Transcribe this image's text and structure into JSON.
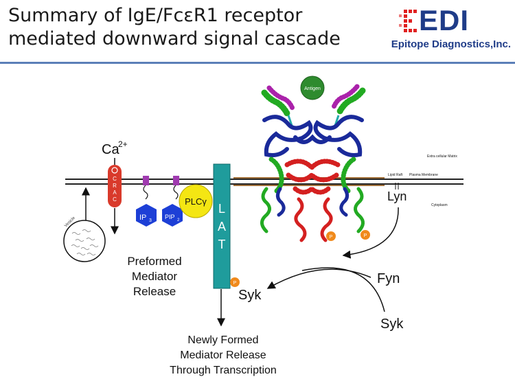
{
  "slide": {
    "title_line1": "Summary of IgE/FcεR1 receptor",
    "title_line2": "mediated downward signal cascade"
  },
  "logo": {
    "letters": "EDI",
    "company": "Epitope Diagnostics,Inc.",
    "colors": {
      "red": "#e02020",
      "blue": "#1f3c88"
    }
  },
  "diagram": {
    "calcium": "Ca",
    "calcium_charge": "2+",
    "crac": [
      "C",
      "R",
      "A",
      "C"
    ],
    "vesicle": "Vesicle",
    "ip3_base": "IP",
    "ip3_sub": "3",
    "pip2_base": "PIP",
    "pip2_sub": "2",
    "plc_gamma": "PLCγ",
    "lat": [
      "L",
      "A",
      "T"
    ],
    "preformed_release": [
      "Preformed",
      "Mediator",
      "Release"
    ],
    "syk_near_lat": "Syk",
    "phospho": "P",
    "newly_formed_release": [
      "Newly Formed",
      "Mediator Release",
      "Through Transcription"
    ],
    "antigen": "Antigen",
    "lyn": "Lyn",
    "fyn": "Fyn",
    "syk_lower": "Syk",
    "extracellular_matrix": "Extra cellular Matrix",
    "lipid_raft": "Lipid Raft",
    "plasma_membrane": "Plasma Membrane",
    "cytoplasm": "Cytoplasm"
  },
  "colors": {
    "membrane": "#222222",
    "crac": "#d93a2b",
    "ip3_pip2": "#1d3fd6",
    "plc": "#f4e613",
    "lat": "#1f9c9c",
    "phospho": "#f08a1c",
    "antigen": "#2e8b2e",
    "ige_heavy": "#1a2a9a",
    "ige_light": "#22aa22",
    "ige_hinge": "#aa22aa",
    "fc_red": "#d42020",
    "rule": "#5b7fb8"
  }
}
